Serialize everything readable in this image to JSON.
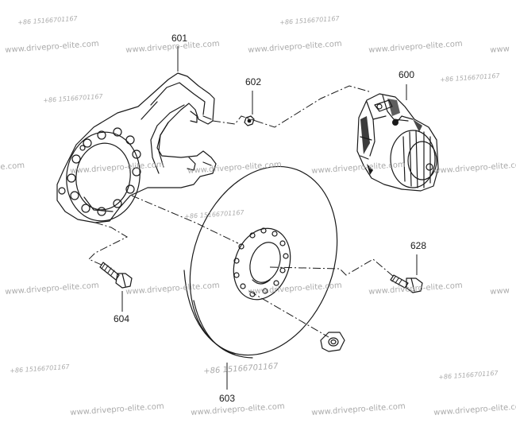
{
  "callouts": {
    "p600": "600",
    "p601": "601",
    "p602": "602",
    "p603": "603",
    "p604": "604",
    "p628": "628"
  },
  "watermarks": {
    "site": "www.drivepro-elite.com",
    "site_cut_right": "www",
    "site_cut_left": "e.com",
    "phone": "+86 15166701167"
  },
  "colors": {
    "line": "#1a1a1a",
    "watermark": "#9c9c9c"
  }
}
